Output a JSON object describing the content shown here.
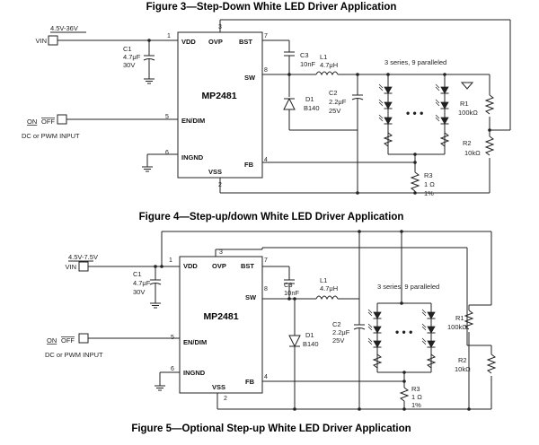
{
  "captions": {
    "fig3": "Figure 3—Step-Down White LED Driver Application",
    "fig4": "Figure 4—Step-up/down White LED Driver Application",
    "fig5": "Figure 5—Optional Step-up White LED Driver Application"
  },
  "circuit_a": {
    "chip": "MP2481",
    "vin_range": "4.5V-36V",
    "vin": "VIN",
    "pins": {
      "vdd": "VDD",
      "ovp": "OVP",
      "bst": "BST",
      "sw": "SW",
      "endim": "EN/DIM",
      "ingnd": "INGND",
      "vss": "VSS",
      "fb": "FB"
    },
    "pin_numbers": {
      "vdd": "1",
      "ovp": "3",
      "bst": "7",
      "sw": "8",
      "endim": "5",
      "ingnd": "6",
      "vss": "2",
      "fb": "4"
    },
    "c1": {
      "ref": "C1",
      "value": "4.7μF",
      "voltage": "30V"
    },
    "c3": {
      "ref": "C3",
      "value": "10nF"
    },
    "l1": {
      "ref": "L1",
      "value": "4.7μH"
    },
    "d1": {
      "ref": "D1",
      "part": "B140"
    },
    "c2": {
      "ref": "C2",
      "value": "2.2μF",
      "voltage": "25V"
    },
    "leds": "3 series, 9 paralleled",
    "r1": {
      "ref": "R1",
      "value": "100kΩ"
    },
    "r2": {
      "ref": "R2",
      "value": "10kΩ"
    },
    "r3": {
      "ref": "R3",
      "value": "1 Ω",
      "tol": "1%"
    },
    "on": "ON",
    "off": "OFF",
    "input": "DC or PWM INPUT"
  },
  "circuit_b": {
    "chip": "MP2481",
    "vin_range": "4.5V-7.5V",
    "vin": "VIN",
    "pins": {
      "vdd": "VDD",
      "ovp": "OVP",
      "bst": "BST",
      "sw": "SW",
      "endim": "EN/DIM",
      "ingnd": "INGND",
      "vss": "VSS",
      "fb": "FB"
    },
    "pin_numbers": {
      "vdd": "1",
      "ovp": "3",
      "bst": "7",
      "sw": "8",
      "endim": "5",
      "ingnd": "6",
      "vss": "2",
      "fb": "4"
    },
    "c1": {
      "ref": "C1",
      "value": "4.7μF",
      "voltage": "30V"
    },
    "c3": {
      "ref": "C3",
      "value": "10nF"
    },
    "l1": {
      "ref": "L1",
      "value": "4.7μH"
    },
    "d1": {
      "ref": "D1",
      "part": "B140"
    },
    "c2": {
      "ref": "C2",
      "value": "2.2μF",
      "voltage": "25V"
    },
    "leds": "3 series, 9 paralleled",
    "r1": {
      "ref": "R1",
      "value": "100kΩ"
    },
    "r2": {
      "ref": "R2",
      "value": "10kΩ"
    },
    "r3": {
      "ref": "R3",
      "value": "1 Ω",
      "tol": "1%"
    },
    "on": "ON",
    "off": "OFF",
    "input": "DC or PWM INPUT"
  }
}
